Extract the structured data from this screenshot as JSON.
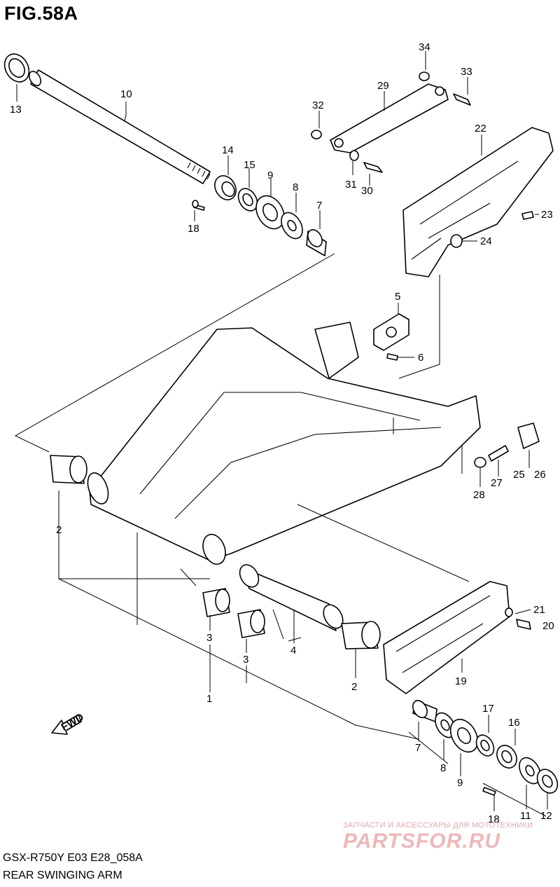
{
  "figure": {
    "title": "FIG.58A",
    "model": "GSX-R750Y E03 E28_058A",
    "name": "REAR SWINGING ARM"
  },
  "watermark": {
    "tagline": "ЗАПЧАСТИ И АКСЕССУАРЫ ДЛЯ МОТОТЕХНИКИ",
    "brand": "PARTSFOR.RU"
  },
  "fwd_label": "FWD",
  "callouts": [
    {
      "id": "c13",
      "text": "13"
    },
    {
      "id": "c10",
      "text": "10"
    },
    {
      "id": "c14",
      "text": "14"
    },
    {
      "id": "c15",
      "text": "15"
    },
    {
      "id": "c9a",
      "text": "9"
    },
    {
      "id": "c8a",
      "text": "8"
    },
    {
      "id": "c7a",
      "text": "7"
    },
    {
      "id": "c18a",
      "text": "18"
    },
    {
      "id": "c34",
      "text": "34"
    },
    {
      "id": "c33",
      "text": "33"
    },
    {
      "id": "c29",
      "text": "29"
    },
    {
      "id": "c32",
      "text": "32"
    },
    {
      "id": "c31",
      "text": "31"
    },
    {
      "id": "c30",
      "text": "30"
    },
    {
      "id": "c22",
      "text": "22"
    },
    {
      "id": "c23",
      "text": "23"
    },
    {
      "id": "c24",
      "text": "24"
    },
    {
      "id": "c5",
      "text": "5"
    },
    {
      "id": "c6",
      "text": "6"
    },
    {
      "id": "c25",
      "text": "25"
    },
    {
      "id": "c26",
      "text": "26"
    },
    {
      "id": "c27",
      "text": "27"
    },
    {
      "id": "c28",
      "text": "28"
    },
    {
      "id": "c2a",
      "text": "2"
    },
    {
      "id": "c3a",
      "text": "3"
    },
    {
      "id": "c3b",
      "text": "3"
    },
    {
      "id": "c4",
      "text": "4"
    },
    {
      "id": "c1",
      "text": "1"
    },
    {
      "id": "c2b",
      "text": "2"
    },
    {
      "id": "c21",
      "text": "21"
    },
    {
      "id": "c20",
      "text": "20"
    },
    {
      "id": "c19",
      "text": "19"
    },
    {
      "id": "c17",
      "text": "17"
    },
    {
      "id": "c16",
      "text": "16"
    },
    {
      "id": "c7b",
      "text": "7"
    },
    {
      "id": "c8b",
      "text": "8"
    },
    {
      "id": "c9b",
      "text": "9"
    },
    {
      "id": "c18b",
      "text": "18"
    },
    {
      "id": "c11",
      "text": "11"
    },
    {
      "id": "c12",
      "text": "12"
    }
  ]
}
